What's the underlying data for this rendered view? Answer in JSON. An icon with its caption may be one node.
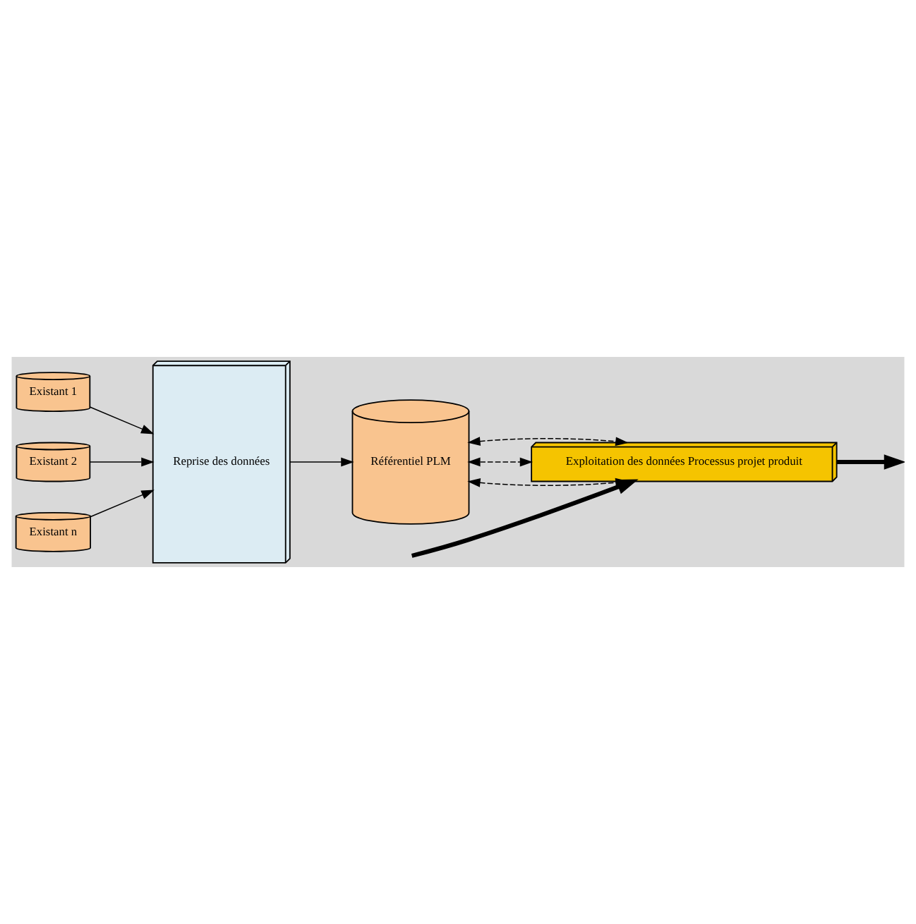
{
  "diagram": {
    "nodes": [
      {
        "text": [
          "Exploitation des données Processus projet produit"
        ]
      },
      {
        "text": [
          "Existant 1"
        ]
      },
      {
        "text": [
          "Existant 2"
        ]
      },
      {
        "text": [
          "Existant n"
        ]
      },
      {
        "text": [
          "Reprise des données"
        ]
      },
      {
        "text": [
          "Référentiel PLM"
        ]
      }
    ],
    "edges": [
      {
        "from": null,
        "to": 0,
        "arrow": "to",
        "style": "thick"
      },
      {
        "from": 0,
        "to": null,
        "arrow": "to",
        "style": "thick"
      },
      {
        "from": 1,
        "to": 4,
        "arrow": "to"
      },
      {
        "from": 2,
        "to": 4,
        "arrow": "to"
      },
      {
        "from": 3,
        "to": 4,
        "arrow": "to"
      },
      {
        "from": 4,
        "to": 5,
        "arrow": "to"
      },
      {
        "from": 5,
        "to": 0,
        "arrow": "both",
        "style": "dashed"
      },
      {
        "from": 5,
        "to": 0,
        "arrow": "both",
        "style": "dashed"
      },
      {
        "from": 5,
        "to": 0,
        "arrow": "both",
        "style": "dashed"
      }
    ]
  }
}
